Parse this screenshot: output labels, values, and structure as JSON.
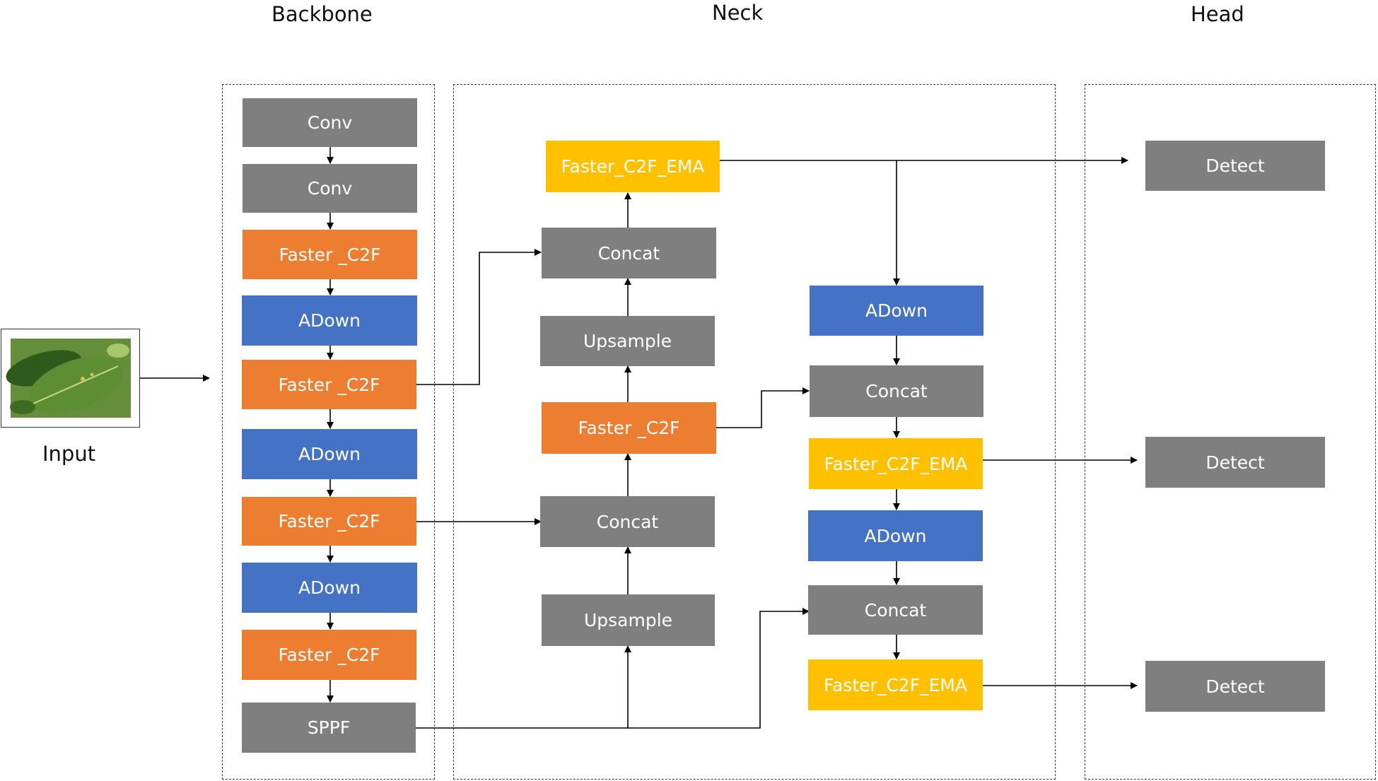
{
  "sections": {
    "backbone": "Backbone",
    "neck": "Neck",
    "head": "Head"
  },
  "input": {
    "label": "Input",
    "image": "leaf-photo"
  },
  "backbone": {
    "blocks": [
      "Conv",
      "Conv",
      "Faster _C2F",
      "ADown",
      "Faster _C2F",
      "ADown",
      "Faster _C2F",
      "ADown",
      "Faster _C2F",
      "SPPF"
    ]
  },
  "neck": {
    "upsample_top": "Upsample",
    "upsample_bottom": "Upsample",
    "concat_top": "Concat",
    "concat_mid": "Concat",
    "faster_c2f": "Faster _C2F",
    "ema_top": "Faster_C2F_EMA",
    "adown_1": "ADown",
    "concat_r1": "Concat",
    "ema_mid": "Faster_C2F_EMA",
    "adown_2": "ADown",
    "concat_r2": "Concat",
    "ema_bottom": "Faster_C2F_EMA"
  },
  "head": {
    "detect_1": "Detect",
    "detect_2": "Detect",
    "detect_3": "Detect"
  },
  "colors": {
    "gray": "#7f7f7f",
    "orange": "#ed7d31",
    "blue": "#4472c4",
    "yellow": "#ffc000"
  }
}
